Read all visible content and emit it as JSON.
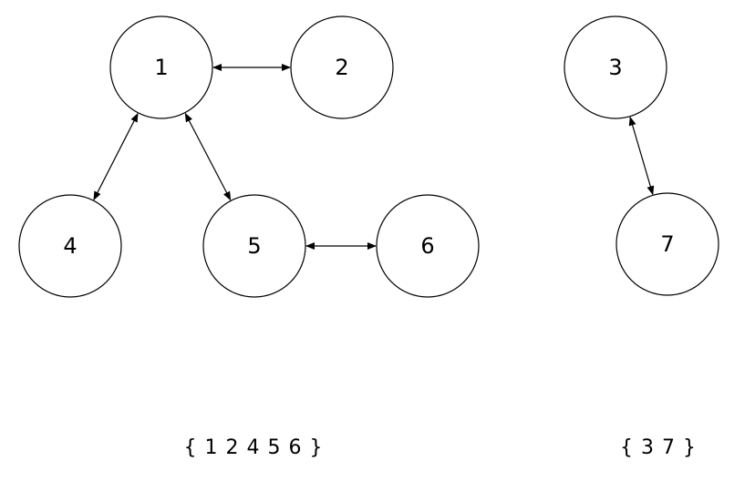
{
  "diagram": {
    "nodes": [
      {
        "id": "1",
        "label": "1"
      },
      {
        "id": "2",
        "label": "2"
      },
      {
        "id": "3",
        "label": "3"
      },
      {
        "id": "4",
        "label": "4"
      },
      {
        "id": "5",
        "label": "5"
      },
      {
        "id": "6",
        "label": "6"
      },
      {
        "id": "7",
        "label": "7"
      }
    ],
    "edges": [
      {
        "from": "1",
        "to": "2",
        "direction": "both"
      },
      {
        "from": "1",
        "to": "4",
        "direction": "both"
      },
      {
        "from": "1",
        "to": "5",
        "direction": "both"
      },
      {
        "from": "5",
        "to": "6",
        "direction": "both"
      },
      {
        "from": "3",
        "to": "7",
        "direction": "both"
      }
    ],
    "components": [
      {
        "label": "{ 1 2 4 5 6 }"
      },
      {
        "label": "{ 3 7 }"
      }
    ],
    "colors": {
      "stroke": "#000000",
      "fill": "#ffffff",
      "background": "#ffffff"
    }
  }
}
